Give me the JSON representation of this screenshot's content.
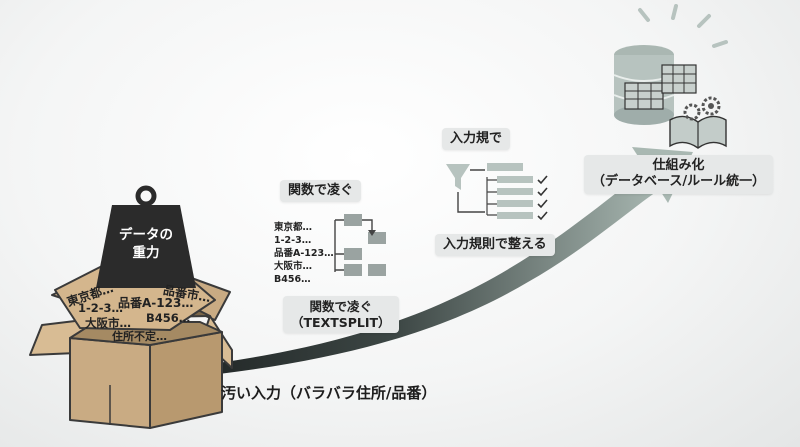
{
  "weight": {
    "line1": "データの",
    "line2": "重力"
  },
  "box_lines": [
    "東京都…",
    "品番市…",
    "1-2-3…",
    "品番A-123…",
    "大阪市…",
    "B456…",
    "住所不定…"
  ],
  "bottom_label": "汚い入力（バラバラ住所/品番）",
  "step1": {
    "title": "関数で凌ぐ",
    "list": [
      "東京都…",
      "1-2-3…",
      "品番A-123…",
      "大阪市…",
      "B456…"
    ],
    "caption_line1": "関数で凌ぐ",
    "caption_line2": "（TEXTSPLIT）"
  },
  "step2": {
    "title": "入力規で",
    "caption": "入力規則で整える"
  },
  "step3": {
    "line1": "仕組み化",
    "line2": "（データベース/ルール統一）"
  },
  "colors": {
    "arrow_dark": "#2a2f2f",
    "arrow_light": "#9fb0aa",
    "box": "#c9ab83",
    "box_edge": "#3a3a3a",
    "weight": "#2b2b2b",
    "label_bg": "#e6e8e8",
    "icon": "#b7c3bf"
  }
}
